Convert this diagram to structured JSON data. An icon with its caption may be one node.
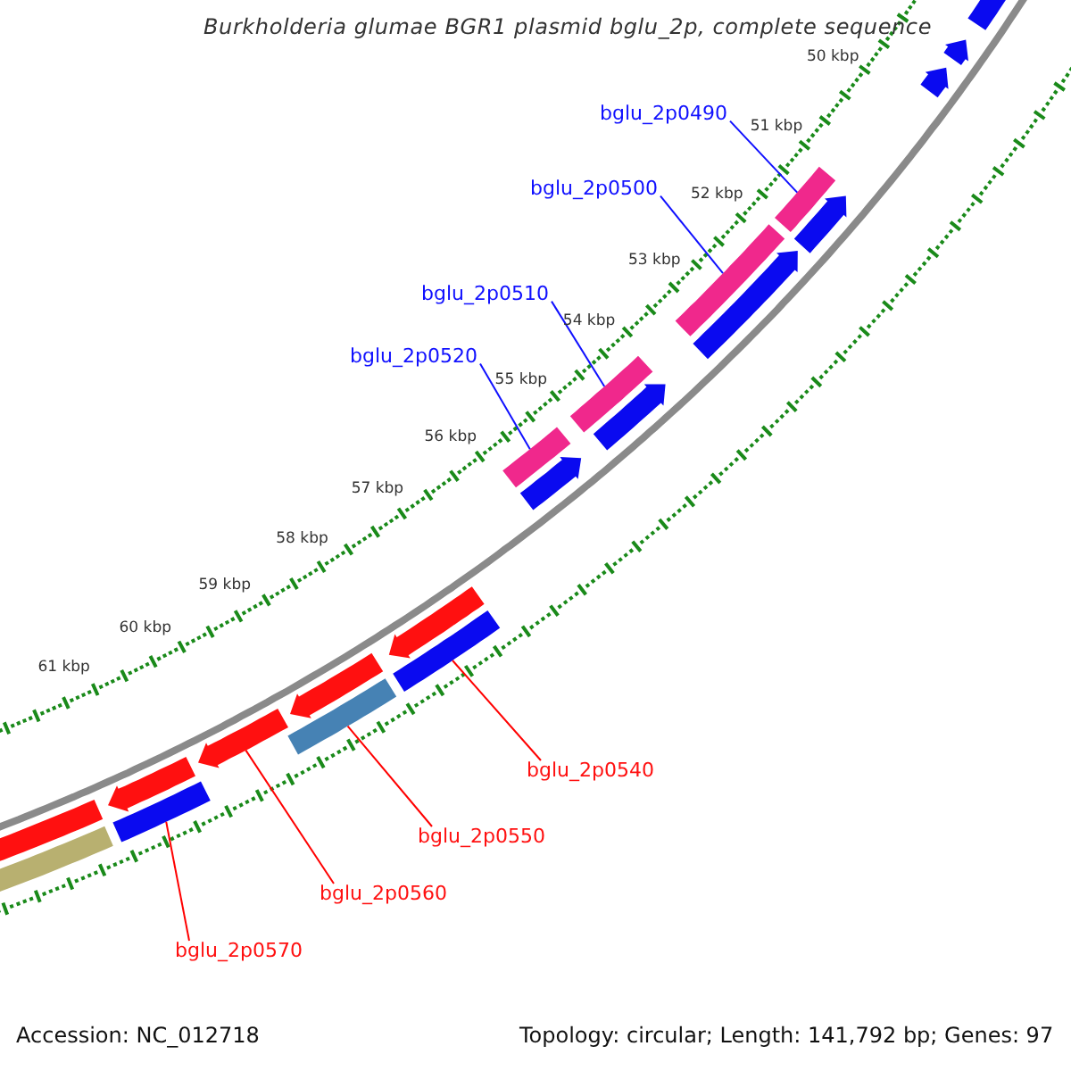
{
  "diagram": {
    "title": "Burkholderia glumae BGR1 plasmid bglu_2p, complete sequence",
    "nodes": [
      {
        "text": [
          "bglu_2p0490"
        ]
      },
      {
        "text": [
          "bglu_2p0500"
        ]
      },
      {
        "text": [
          "bglu_2p0510"
        ]
      },
      {
        "text": [
          "bglu_2p0520"
        ]
      },
      {
        "text": [
          "bglu_2p0540"
        ]
      },
      {
        "text": [
          "bglu_2p0550"
        ]
      },
      {
        "text": [
          "bglu_2p0560"
        ]
      },
      {
        "text": [
          "bglu_2p0570"
        ]
      },
      {
        "text": [],
        "shape": "bar"
      },
      {
        "text": [],
        "shape": "bar"
      },
      {
        "text": [],
        "shape": "bar"
      },
      {
        "text": [],
        "shape": "bar"
      },
      {
        "text": [],
        "shape": "bar"
      },
      {
        "text": [],
        "shape": "bar"
      },
      {
        "text": [],
        "shape": "arrow"
      },
      {
        "text": [],
        "shape": "bar"
      }
    ],
    "edges": [
      {
        "from": 0,
        "to": 8,
        "arrow": "none"
      },
      {
        "from": 1,
        "to": 9,
        "arrow": "none"
      },
      {
        "from": 2,
        "to": 10,
        "arrow": "none"
      },
      {
        "from": 3,
        "to": 11,
        "arrow": "none"
      },
      {
        "from": 4,
        "to": 12,
        "arrow": "none",
        "color": "#ff0000"
      },
      {
        "from": 5,
        "to": 13,
        "arrow": "none",
        "color": "#ff0000"
      },
      {
        "from": 6,
        "to": 14,
        "arrow": "none",
        "color": "#ff0000"
      },
      {
        "from": 7,
        "to": 15,
        "arrow": "none",
        "color": "#ff0000"
      }
    ],
    "labels": [
      "50 kbp",
      "51 kbp",
      "52 kbp",
      "53 kbp",
      "54 kbp",
      "55 kbp",
      "56 kbp",
      "57 kbp",
      "58 kbp",
      "59 kbp",
      "60 kbp",
      "61 kbp",
      "Accession: NC_012718",
      "Topology: circular; Length: 141,792 bp; Genes: 97"
    ]
  }
}
